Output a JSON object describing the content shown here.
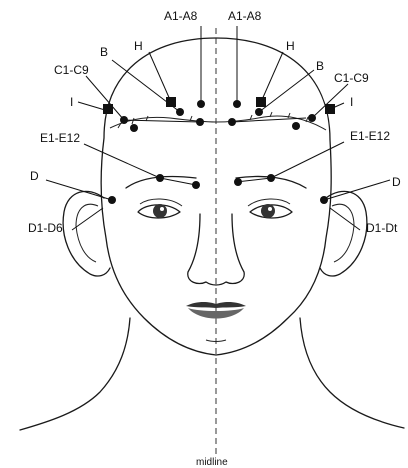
{
  "labels": {
    "a_left": "A1-A8",
    "a_right": "A1-A8",
    "h_left": "H",
    "h_right": "H",
    "b_left": "B",
    "b_right": "B",
    "c_left": "C1-C9",
    "c_right": "C1-C9",
    "i_left": "I",
    "i_right": "I",
    "e_left": "E1-E12",
    "e_right": "E1-E12",
    "d_left": "D",
    "d_right": "D",
    "d16_left": "D1-D6",
    "d16_right": "D1-Dt",
    "midline": "midline"
  },
  "colors": {
    "ink": "#111111",
    "background": "#ffffff"
  }
}
